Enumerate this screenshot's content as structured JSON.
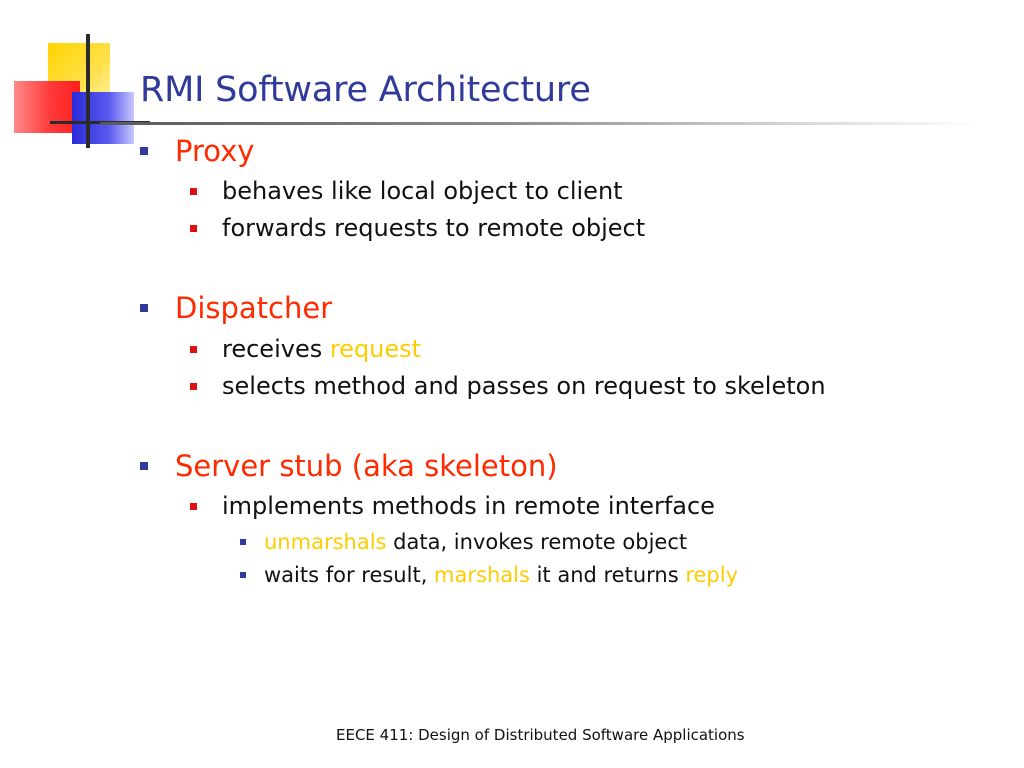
{
  "slide": {
    "title": "RMI Software Architecture",
    "footer": "EECE 411: Design of Distributed Software Applications",
    "colors": {
      "title": "#2f3a9a",
      "heading": "#ff2a00",
      "highlight": "#ffcc00",
      "body_text": "#111111"
    },
    "sections": [
      {
        "heading": "Proxy",
        "items": [
          {
            "text": "behaves like local object to client"
          },
          {
            "text": "forwards requests to remote object"
          }
        ]
      },
      {
        "heading": "Dispatcher",
        "items": [
          {
            "text_before": "receives ",
            "highlight": "request"
          },
          {
            "text": "selects method and passes on request to skeleton"
          }
        ]
      },
      {
        "heading": "Server stub (aka skeleton)",
        "items": [
          {
            "text": "implements methods in remote interface",
            "subitems": [
              {
                "highlight": "unmarshals",
                "text_after": " data, invokes remote object"
              },
              {
                "text_before": "waits for result, ",
                "highlight_1": "marshals",
                "text_middle": " it and returns ",
                "highlight_2": "reply"
              }
            ]
          }
        ]
      }
    ]
  }
}
